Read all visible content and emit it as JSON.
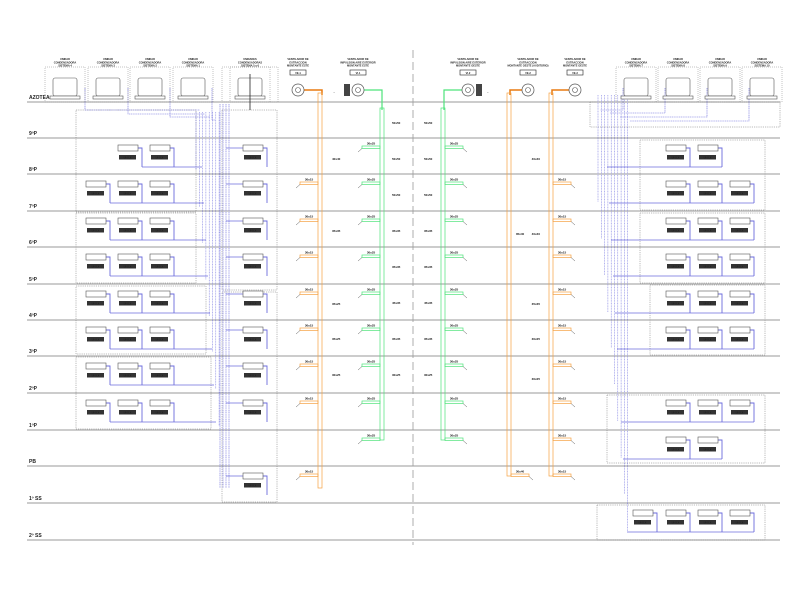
{
  "drawing": {
    "floors": [
      {
        "label": "AZOTEA"
      },
      {
        "label": "9ºP"
      },
      {
        "label": "8ºP"
      },
      {
        "label": "7ºP"
      },
      {
        "label": "6ºP"
      },
      {
        "label": "5ºP"
      },
      {
        "label": "4ºP"
      },
      {
        "label": "3ºP"
      },
      {
        "label": "2ºP"
      },
      {
        "label": "1ºP"
      },
      {
        "label": "PB"
      },
      {
        "label": "1º SS"
      },
      {
        "label": "2º SS"
      }
    ],
    "condensing_units_left": [
      {
        "title": [
          "UNIDAD",
          "CONDENSADORA",
          "SISTEMA 4"
        ]
      },
      {
        "title": [
          "UNIDAD",
          "CONDENSADORA",
          "SISTEMA 3"
        ]
      },
      {
        "title": [
          "UNIDAD",
          "CONDENSADORA",
          "SISTEMA 2"
        ]
      },
      {
        "title": [
          "UNIDAD",
          "CONDENSADORA",
          "SISTEMA 1"
        ]
      },
      {
        "title": [
          "UNIDADES",
          "CONDENSADORAS",
          "SISTEMA 5 y 6"
        ]
      }
    ],
    "condensing_units_right": [
      {
        "title": [
          "UNIDAD",
          "CONDENSADORA",
          "SISTEMA 7"
        ]
      },
      {
        "title": [
          "UNIDAD",
          "CONDENSADORA",
          "SISTEMA 8"
        ]
      },
      {
        "title": [
          "UNIDAD",
          "CONDENSADORA",
          "SISTEMA 9"
        ]
      },
      {
        "title": [
          "UNIDAD",
          "CONDENSADORA",
          "SISTEMA 10"
        ]
      }
    ],
    "fans": [
      {
        "title": [
          "VENTILADOR DE",
          "EXTRACCION",
          "MONTANTE ESTE"
        ],
        "tag": "VE-1",
        "type": "extraction"
      },
      {
        "title": [
          "VENTILADOR DE",
          "IMPULSION AIRE EXTERIOR",
          "MONTANTE ESTE"
        ],
        "tag": "VI-1",
        "type": "supply"
      },
      {
        "title": [
          "VENTILADOR DE",
          "IMPULSION AIRE EXTERIOR",
          "MONTANTE OESTE"
        ],
        "tag": "VI-2",
        "type": "supply"
      },
      {
        "title": [
          "VENTILADOR DE",
          "EXTRACCION",
          "MONTANTE OESTE (AUDITORIO)"
        ],
        "tag": "VE-2",
        "type": "extraction"
      },
      {
        "title": [
          "VENTILADOR DE",
          "EXTRACCION",
          "MONTANTE OESTE"
        ],
        "tag": "VE-3",
        "type": "extraction"
      }
    ],
    "unit_tag": "UI-X.X",
    "duct_sizes": {
      "green_left_riser": [
        "50x50",
        "50x50",
        "50x50",
        "35x35",
        "35x35",
        "45x35",
        "35x35",
        "30x25"
      ],
      "green_right_riser": [
        "50x50",
        "50x50",
        "50x50",
        "35x35",
        "35x35",
        "45x35",
        "35x35",
        "30x25"
      ],
      "green_branch": "30x25",
      "orange_riser": [
        "40x40",
        "35x35",
        "35x25",
        "35x25",
        "30x25"
      ],
      "orange_branch": "30x15",
      "orange_right_riser": [
        "40x40",
        "40x40",
        "35x35",
        "30x25",
        "30x25"
      ],
      "orange_audit": "35x40",
      "orange_pb": "30x40"
    },
    "colors": {
      "refrigerant": "#6b6bdc",
      "extraction_duct": "#f5a040",
      "supply_duct": "#4de37a",
      "floor_line": "#9a9a9a",
      "outline": "#555555"
    }
  }
}
